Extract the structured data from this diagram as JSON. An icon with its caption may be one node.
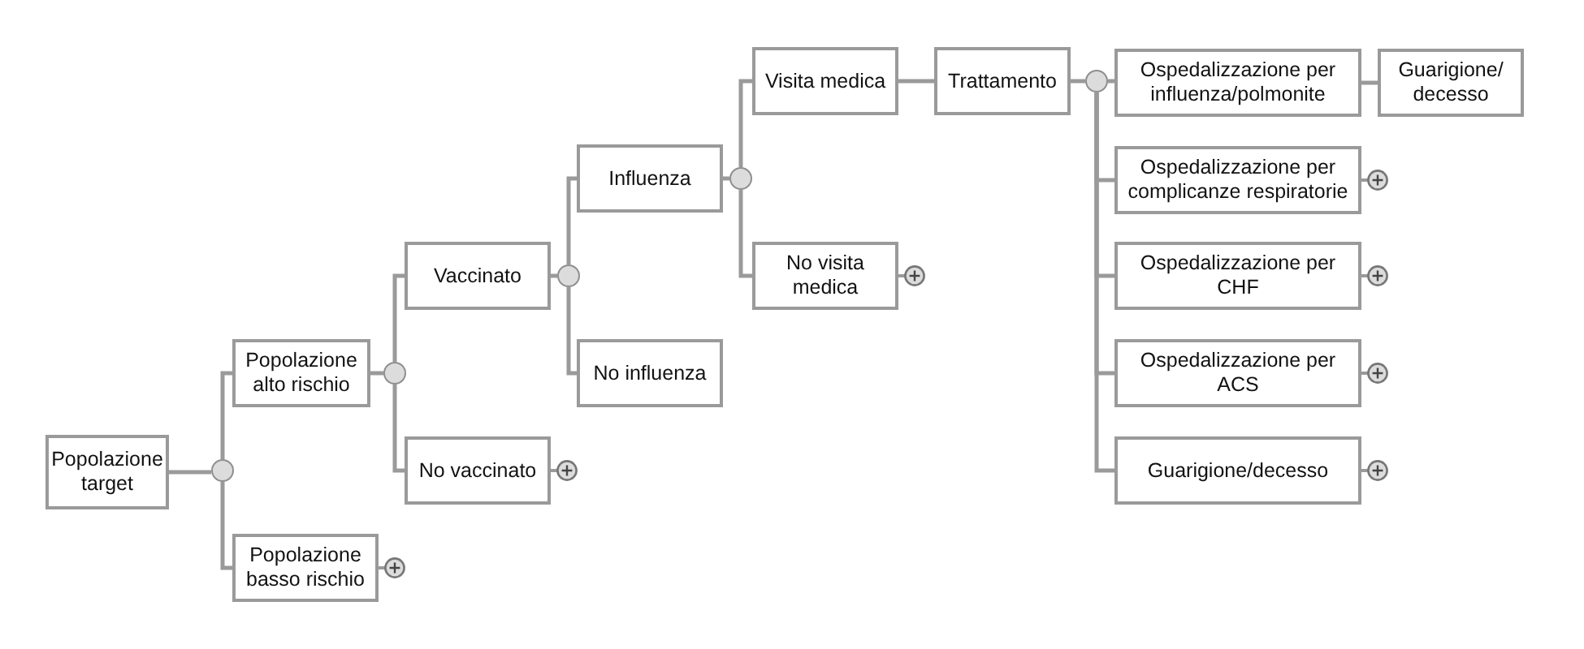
{
  "diagram": {
    "nodes": [
      {
        "text": [
          "Popolazione target"
        ]
      },
      {
        "text": [],
        "shape": "circle"
      },
      {
        "text": [
          "Popolazione alto rischio"
        ]
      },
      {
        "text": [],
        "shape": "circle"
      },
      {
        "text": [
          "Popolazione basso rischio"
        ]
      },
      {
        "text": [
          "Vaccinato"
        ]
      },
      {
        "text": [],
        "shape": "circle"
      },
      {
        "text": [
          "No vaccinato"
        ]
      },
      {
        "text": [
          "Influenza"
        ]
      },
      {
        "text": [],
        "shape": "circle"
      },
      {
        "text": [
          "No influenza"
        ]
      },
      {
        "text": [
          "Visita medica"
        ]
      },
      {
        "text": [
          "No visita medica"
        ]
      },
      {
        "text": [
          "Trattamento"
        ]
      },
      {
        "text": [],
        "shape": "circle"
      },
      {
        "text": [
          "Ospedalizzazione per influenza/polmonite"
        ]
      },
      {
        "text": [
          "Guarigione/ decesso"
        ]
      },
      {
        "text": [
          "Ospedalizzazione per complicanze respiratorie"
        ]
      },
      {
        "text": [
          "Ospedalizzazione per CHF"
        ]
      },
      {
        "text": [
          "Ospedalizzazione per ACS"
        ]
      },
      {
        "text": [
          "Guarigione/decesso"
        ]
      }
    ],
    "edges": [
      {
        "from": 0,
        "to": 1,
        "arrow": "none"
      },
      {
        "from": 1,
        "to": 2,
        "arrow": "none"
      },
      {
        "from": 1,
        "to": 4,
        "arrow": "none"
      },
      {
        "from": 2,
        "to": 3,
        "arrow": "none"
      },
      {
        "from": 3,
        "to": 5,
        "arrow": "none"
      },
      {
        "from": 3,
        "to": 7,
        "arrow": "none"
      },
      {
        "from": 5,
        "to": 6,
        "arrow": "none"
      },
      {
        "from": 6,
        "to": 8,
        "arrow": "none"
      },
      {
        "from": 6,
        "to": 10,
        "arrow": "none"
      },
      {
        "from": 8,
        "to": 9,
        "arrow": "none"
      },
      {
        "from": 9,
        "to": 11,
        "arrow": "none"
      },
      {
        "from": 9,
        "to": 12,
        "arrow": "none"
      },
      {
        "from": 11,
        "to": 13,
        "arrow": "none"
      },
      {
        "from": 13,
        "to": 14,
        "arrow": "none"
      },
      {
        "from": 14,
        "to": 15,
        "arrow": "none"
      },
      {
        "from": 14,
        "to": 17,
        "arrow": "none"
      },
      {
        "from": 14,
        "to": 18,
        "arrow": "none"
      },
      {
        "from": 14,
        "to": 19,
        "arrow": "none"
      },
      {
        "from": 14,
        "to": 20,
        "arrow": "none"
      },
      {
        "from": 15,
        "to": 16,
        "arrow": "none"
      }
    ]
  }
}
